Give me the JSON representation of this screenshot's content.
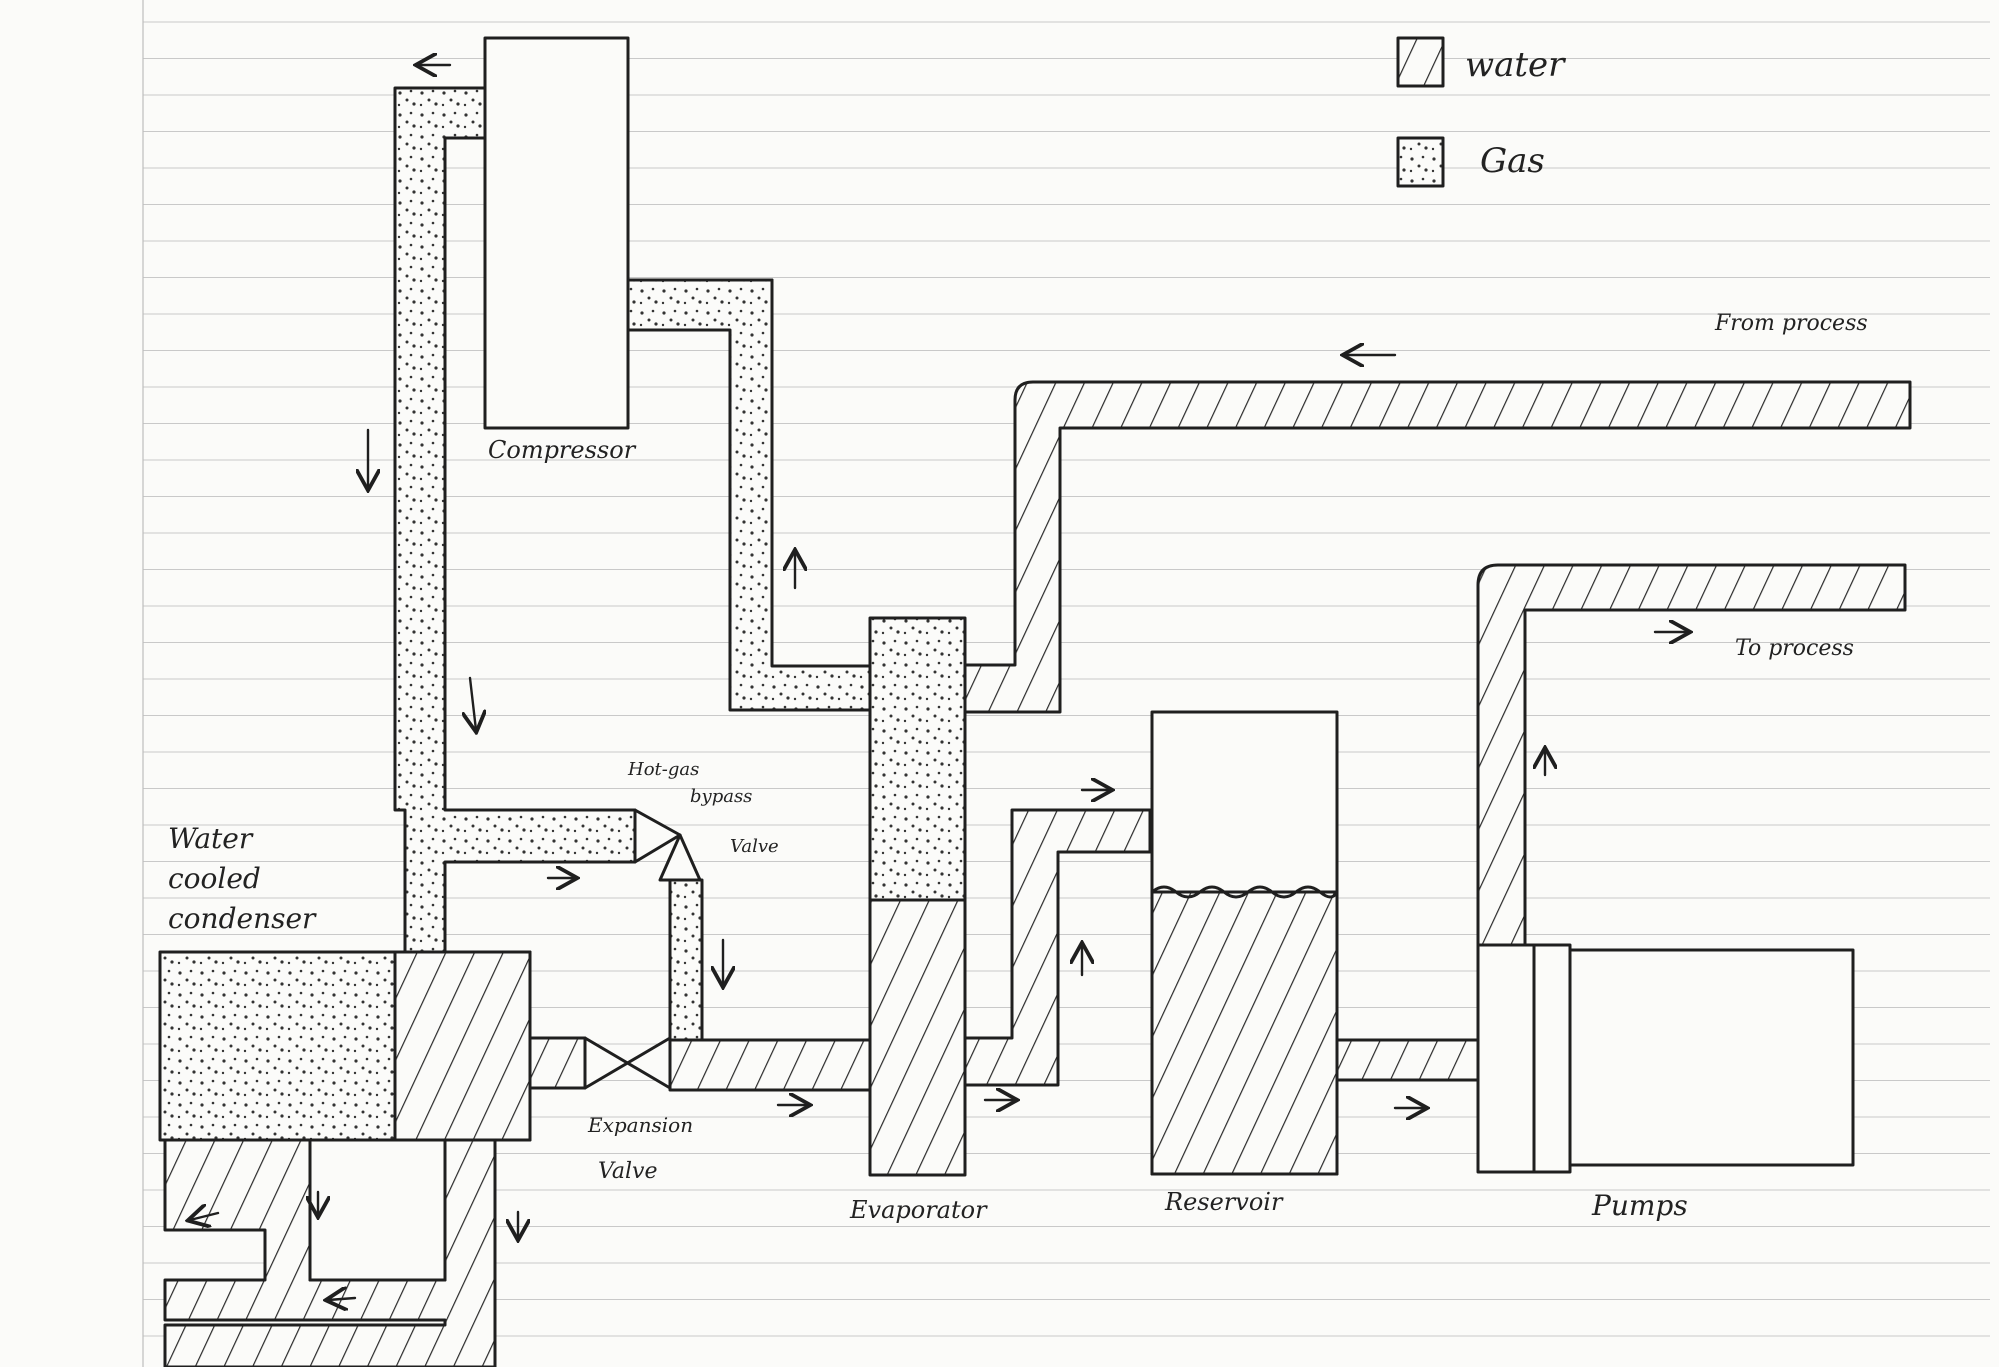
{
  "legend": [
    {
      "pattern": "hatch",
      "label": "water"
    },
    {
      "pattern": "dots",
      "label": "Gas"
    }
  ],
  "components": {
    "compressor": "Compressor",
    "condenser": [
      "Water",
      "cooled",
      "condenser"
    ],
    "bypass_valve": [
      "Hot-gas",
      "bypass",
      "Valve"
    ],
    "expansion_valve": [
      "Expansion",
      "Valve"
    ],
    "evaporator": "Evaporator",
    "reservoir": "Reservoir",
    "pumps": "Pumps"
  },
  "streams": {
    "from_process": "From process",
    "to_process": "To process"
  },
  "colors": {
    "ink": "#1f1f1f",
    "paper": "#fbfbf9",
    "rule_lines": "#c9c9c9"
  },
  "icons": {
    "flow_arrow": "flow-arrow-icon",
    "valve": "valve-icon"
  }
}
